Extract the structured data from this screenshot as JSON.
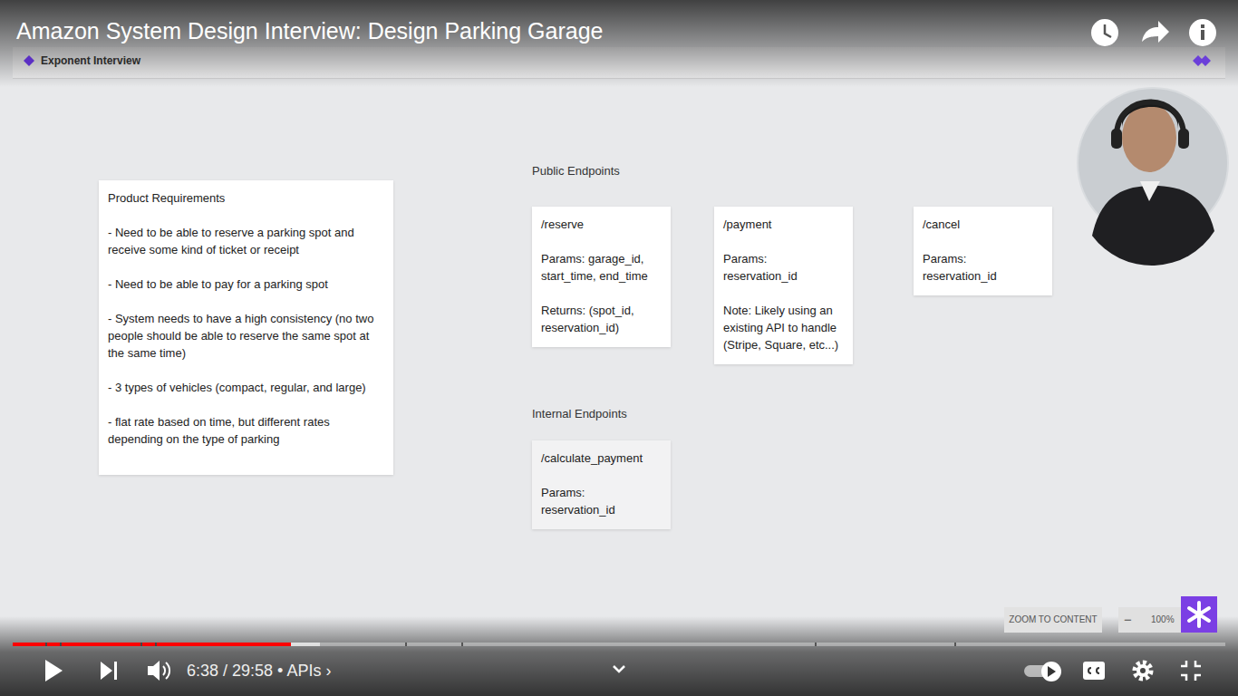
{
  "diagram": {
    "title": "Amazon System Design Interview: Design Parking Garage",
    "nodes": [
      {
        "text": [
          "Product Requirements",
          "- Need to be able to reserve a parking spot and receive some kind of ticket or receipt",
          "- Need to be able to pay for a parking spot",
          "- System needs to have a high consistency (no two people should be able to reserve the same spot at the same time)",
          "- 3 types of vehicles (compact, regular, and large)",
          "- flat rate based on time, but different rates depending on the type of parking"
        ]
      },
      {
        "text": [
          "/reserve",
          "Params: garage_id, start_time, end_time",
          "Returns: (spot_id, reservation_id)"
        ]
      },
      {
        "text": [
          "/payment",
          "Params: reservation_id",
          "Note: Likely using an existing API to handle (Stripe, Square, etc...)"
        ]
      },
      {
        "text": [
          "/cancel",
          "Params: reservation_id"
        ]
      },
      {
        "text": [
          "/calculate_payment",
          "Params: reservation_id"
        ]
      }
    ],
    "labels": [
      "Exponent Interview",
      "Public Endpoints",
      "Internal Endpoints",
      "ZOOM TO CONTENT",
      "−",
      "100%",
      "6:38 / 29:58 • APIs ›"
    ]
  }
}
